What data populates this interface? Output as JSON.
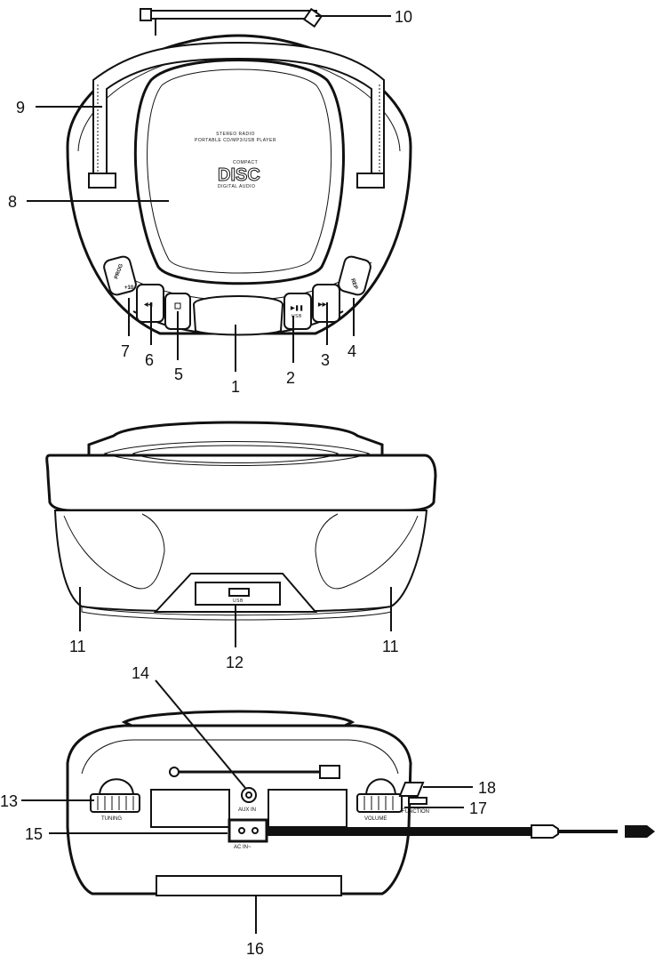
{
  "callouts": {
    "c1": "1",
    "c2": "2",
    "c3": "3",
    "c4": "4",
    "c5": "5",
    "c6": "6",
    "c7": "7",
    "c8": "8",
    "c9": "9",
    "c10": "10",
    "c11a": "11",
    "c11b": "11",
    "c12": "12",
    "c13": "13",
    "c14": "14",
    "c15": "15",
    "c16": "16",
    "c17": "17",
    "c18": "18"
  },
  "top_view": {
    "lid_line1": "STEREO RADIO",
    "lid_line2": "PORTABLE CD/MP3/USB PLAYER",
    "logo_small": "COMPACT",
    "logo_big": "DISC",
    "logo_sub": "DIGITAL AUDIO",
    "btn_left": "PROG",
    "btn_left_sub": "+10",
    "btn_playpause_sub": "USB",
    "btn_right": "REP"
  },
  "front_view": {
    "usb_label": "USB"
  },
  "rear_view": {
    "tuning_label": "TUNING",
    "aux_label": "AUX IN",
    "volume_label": "VOLUME",
    "function_label": "FUNCTION",
    "ac_label": "AC IN~"
  }
}
